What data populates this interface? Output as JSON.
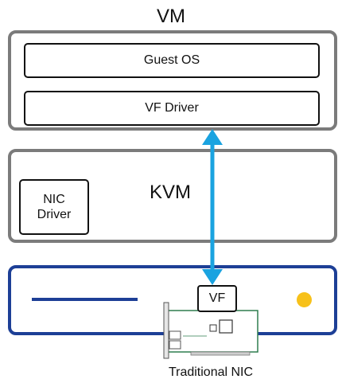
{
  "vm": {
    "title": "VM",
    "guest_os": "Guest OS",
    "vf_driver": "VF Driver"
  },
  "kvm": {
    "label": "KVM",
    "nic_driver_line1": "NIC",
    "nic_driver_line2": "Driver"
  },
  "nic": {
    "vf": "VF",
    "caption": "Traditional NIC"
  },
  "colors": {
    "frame_gray": "#7b7b7b",
    "nic_blue": "#1d3f96",
    "arrow_blue": "#1aa3e0",
    "led_yellow": "#f7c11a",
    "card_green": "#2e7d4f"
  }
}
